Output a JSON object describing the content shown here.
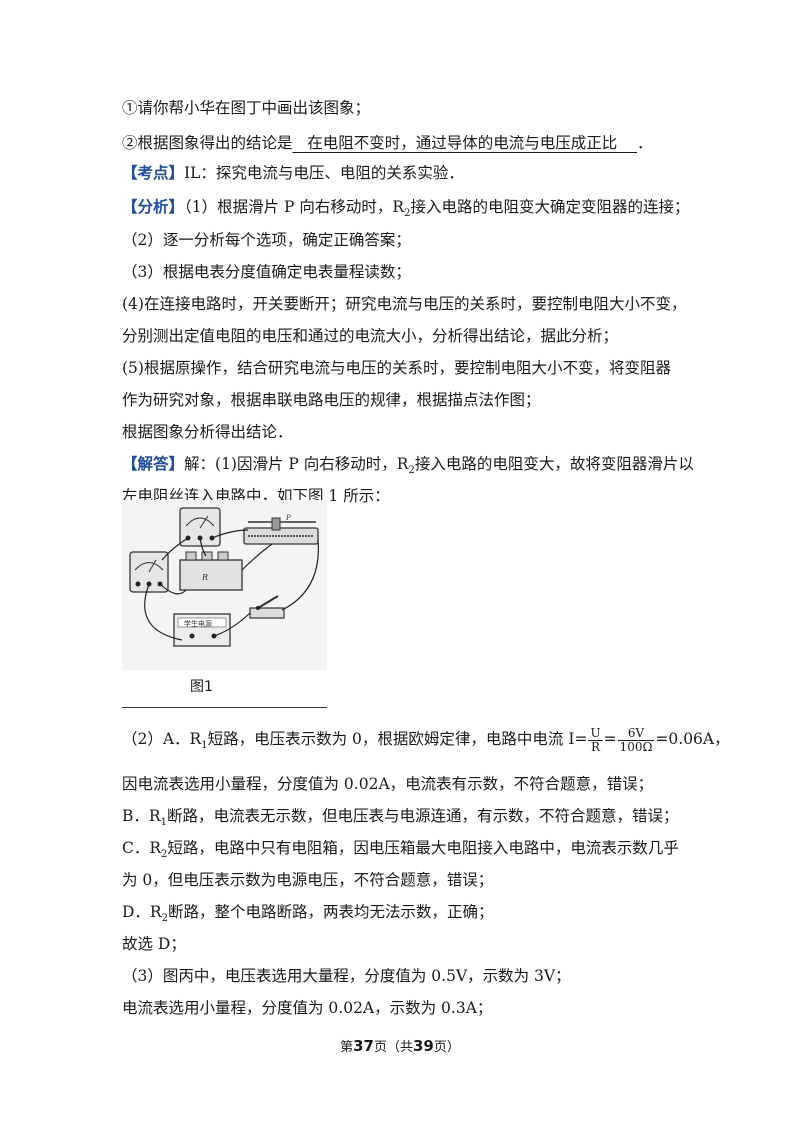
{
  "lines": [
    {
      "text": "①请你帮小华在图丁中画出该图象；"
    },
    {
      "prefix": "②根据图象得出的结论是",
      "underlined": "   在电阻不变时，通过导体的电流与电压成正比    ",
      "suffix": "．"
    },
    {
      "tag": "【考点】",
      "text": "IL：探究电流与电压、电阻的关系实验．"
    },
    {
      "tag": "【分析】",
      "text_pre": "（1）根据滑片 P 向右移动时，R",
      "sub": "2",
      "text_post": "接入电路的电阻变大确定变阻器的连接；"
    },
    {
      "text": "（2）逐一分析每个选项，确定正确答案；"
    },
    {
      "text": "（3）根据电表分度值确定电表量程读数；"
    },
    {
      "text": "(4)在连接电路时，开关要断开；研究电流与电压的关系时，要控制电阻大小不变，"
    },
    {
      "text": "分别测出定值电阻的电压和通过的电流大小，分析得出结论，据此分析；"
    },
    {
      "text": "(5)根据原操作，结合研究电流与电压的关系时，要控制电阻大小不变，将变阻器"
    },
    {
      "text": "作为研究对象，根据串联电路电压的规律，根据描点法作图；"
    },
    {
      "text": "根据图象分析得出结论．"
    },
    {
      "tag": "【解答】",
      "text_pre": "解：(1)因滑片 P 向右移动时，R",
      "sub": "2",
      "text_post": "接入电路的电阻变大，故将变阻器滑片以"
    },
    {
      "text": "左电阻丝连入电路中，如下图 1 所示："
    }
  ],
  "figure": {
    "caption": "图1",
    "power_label": "学生电源"
  },
  "formula_line": {
    "pre": "（2）A．R",
    "sub": "1",
    "mid": "短路，电压表示数为 0，根据欧姆定律，电路中电流 I=",
    "f1_num": "U",
    "f1_den": "R",
    "eq": "=",
    "f2_num": "6V",
    "f2_den": "100Ω",
    "post": "=0.06A，"
  },
  "lines2": [
    {
      "text": "因电流表选用小量程，分度值为 0.02A，电流表有示数，不符合题意，错误；"
    },
    {
      "text_pre": "B．R",
      "sub": "1",
      "text_post": "断路，电流表无示数，但电压表与电源连通，有示数，不符合题意，错误；"
    },
    {
      "text_pre": "C．R",
      "sub": "2",
      "text_post": "短路，电路中只有电阻箱，因电压箱最大电阻接入电路中，电流表示数几乎"
    },
    {
      "text": "为 0，但电压表示数为电源电压，不符合题意，错误；"
    },
    {
      "text_pre": "D．R",
      "sub": "2",
      "text_post": "断路，整个电路断路，两表均无法示数，正确；"
    },
    {
      "text": "故选 D；"
    },
    {
      "text": "（3）图丙中，电压表选用大量程，分度值为 0.5V，示数为 3V；"
    },
    {
      "text": "电流表选用小量程，分度值为 0.02A，示数为 0.3A；"
    }
  ],
  "footer": {
    "pre": "第",
    "page": "37",
    "mid": "页（共",
    "total": "39",
    "post": "页）"
  }
}
